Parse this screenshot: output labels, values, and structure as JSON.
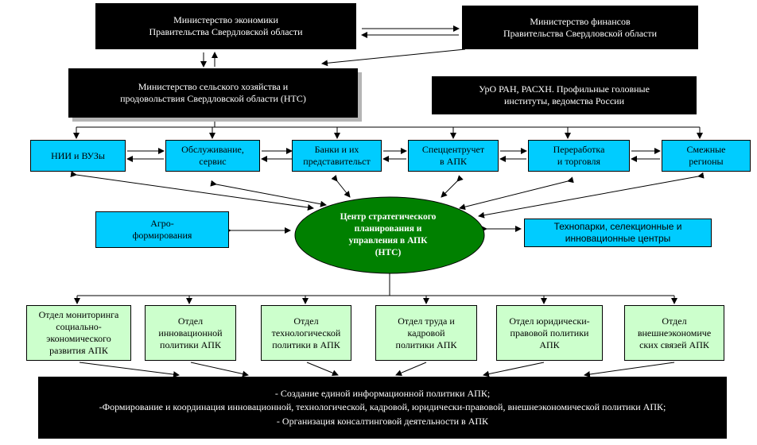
{
  "top": {
    "ministry_economy": "Министерство экономики\nПравительства Свердловской области",
    "ministry_finance": "Министерство финансов\nПравительства Свердловской области",
    "ministry_agriculture": "Министерство сельского хозяйства и\nпродовольствия Свердловской области (НТС)",
    "uro_ran": "УрО РАН, РАСХН. Профильные головные\nинституты, ведомства России"
  },
  "row_cyan": [
    {
      "label": "НИИ и ВУЗы"
    },
    {
      "label": "Обслуживание,\nсервис"
    },
    {
      "label": "Банки и их\nпредставительст"
    },
    {
      "label": "Спеццентручет\nв АПК"
    },
    {
      "label": "Переработка\nи торговля"
    },
    {
      "label": "Смежные\nрегионы"
    }
  ],
  "side": {
    "agro": "Агро-\nформирования",
    "technoparks": "Технопарки, селекционные и\nинновационные центры"
  },
  "center": {
    "label": "Центр стратегического\nпланирования и\nуправления в АПК\n(НТС)",
    "fill_color": "#008000"
  },
  "departments": [
    {
      "label": "Отдел мониторинга\nсоциально-\nэкономического\nразвития АПК"
    },
    {
      "label": "Отдел\nинновационной\nполитики АПК"
    },
    {
      "label": "Отдел\nтехнологической\nполитики в АПК"
    },
    {
      "label": "Отдел труда и\nкадровой\nполитики АПК"
    },
    {
      "label": "Отдел юридически-\nправовой политики\nАПК"
    },
    {
      "label": "Отдел\nвнешнеэкономиче\nских связей АПК"
    }
  ],
  "bottom": {
    "line1": "- Создание единой информационной политики АПК;",
    "line2": "-Формирование и координация инновационной, технологической, кадровой, юридически-правовой, внешнеэкономической политики АПК;",
    "line3": "- Организация консалтинговой деятельности в АПК"
  },
  "colors": {
    "black": "#000000",
    "cyan": "#00ccff",
    "green_box": "#ccffcc",
    "ellipse": "#008000"
  }
}
